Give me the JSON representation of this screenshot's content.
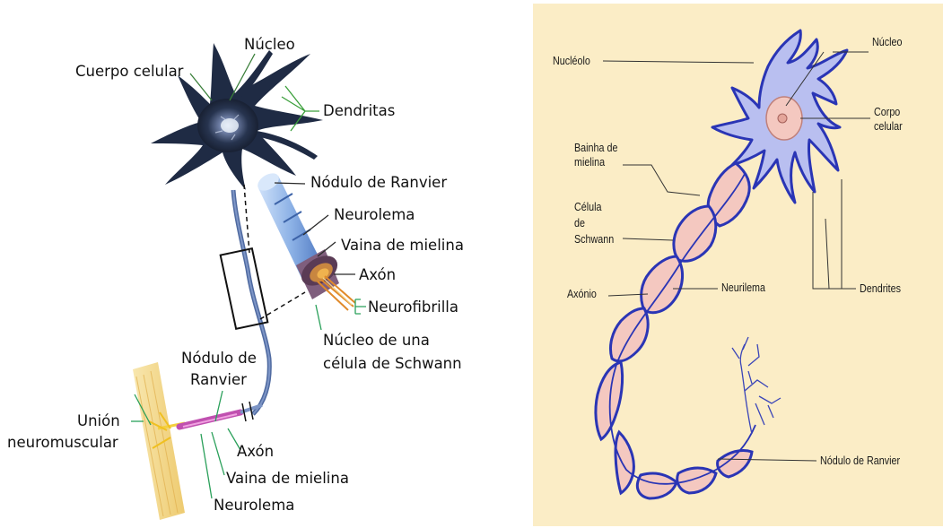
{
  "left_diagram": {
    "labels": {
      "nucleo": "Núcleo",
      "cuerpo_celular": "Cuerpo celular",
      "dendritas": "Dendritas",
      "nodulo_ranvier_top": "Nódulo de Ranvier",
      "neurolema_top": "Neurolema",
      "vaina_mielina_top": "Vaina de mielina",
      "axon_top": "Axón",
      "neurofibrilla": "Neurofibrilla",
      "nucleo_schwann_1": "Núcleo de una",
      "nucleo_schwann_2": "célula de Schwann",
      "nodulo_ranvier_bottom_1": "Nódulo de",
      "nodulo_ranvier_bottom_2": "Ranvier",
      "union_1": "Unión",
      "union_2": "neuromuscular",
      "axon_bottom": "Axón",
      "vaina_mielina_bottom": "Vaina de mielina",
      "neurolema_bottom": "Neurolema"
    },
    "colors": {
      "cell_body": "#1e2a40",
      "myelin": "#8fb6e8",
      "muscle": "#f3d27a",
      "callout_green": "#2f8f2f"
    }
  },
  "right_diagram": {
    "labels": {
      "nucleolo": "Nucléolo",
      "nucleo": "Núcleo",
      "corpo_1": "Corpo",
      "corpo_2": "celular",
      "bainha_1": "Bainha de",
      "bainha_2": "mielina",
      "celula_1": "Célula",
      "celula_2": "de",
      "celula_3": "Schwann",
      "axonio": "Axónio",
      "neurilema": "Neurilema",
      "dendrites": "Dendrites",
      "nodulo_ranvier": "Nódulo de Ranvier"
    },
    "colors": {
      "background": "#fbedc6",
      "neuron_fill": "#b9bff0",
      "neuron_outline": "#2a35b5",
      "schwann_fill": "#f4c8c0"
    }
  }
}
